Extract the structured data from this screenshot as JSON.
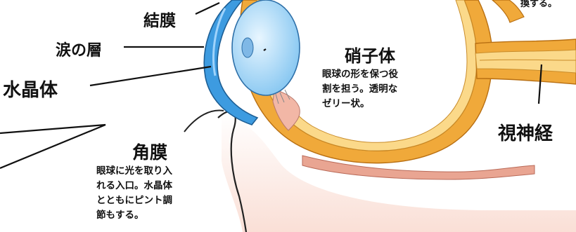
{
  "labels": {
    "conjunctiva": "結膜",
    "tear_layer": "涙の層",
    "lens": "水晶体",
    "vitreous": "硝子体",
    "optic_nerve": "視神経",
    "cornea": "角膜",
    "top_right_fragment": "換する。"
  },
  "descriptions": {
    "vitreous": [
      "眼球の形を保つ役",
      "割を担う。透明な",
      "ゼリー状。"
    ],
    "cornea": [
      "眼球に光を取り入",
      "れる入口。水晶体",
      "とともにピント調",
      "節もする。"
    ]
  },
  "colors": {
    "sclera_orange": "#f0a93a",
    "sclera_light": "#fbd98a",
    "cornea_blue": "#3d9be0",
    "lens_blue": "#a9d8f7",
    "skin_pink": "#fbe3dc",
    "muscle_pink": "#e9a592"
  }
}
